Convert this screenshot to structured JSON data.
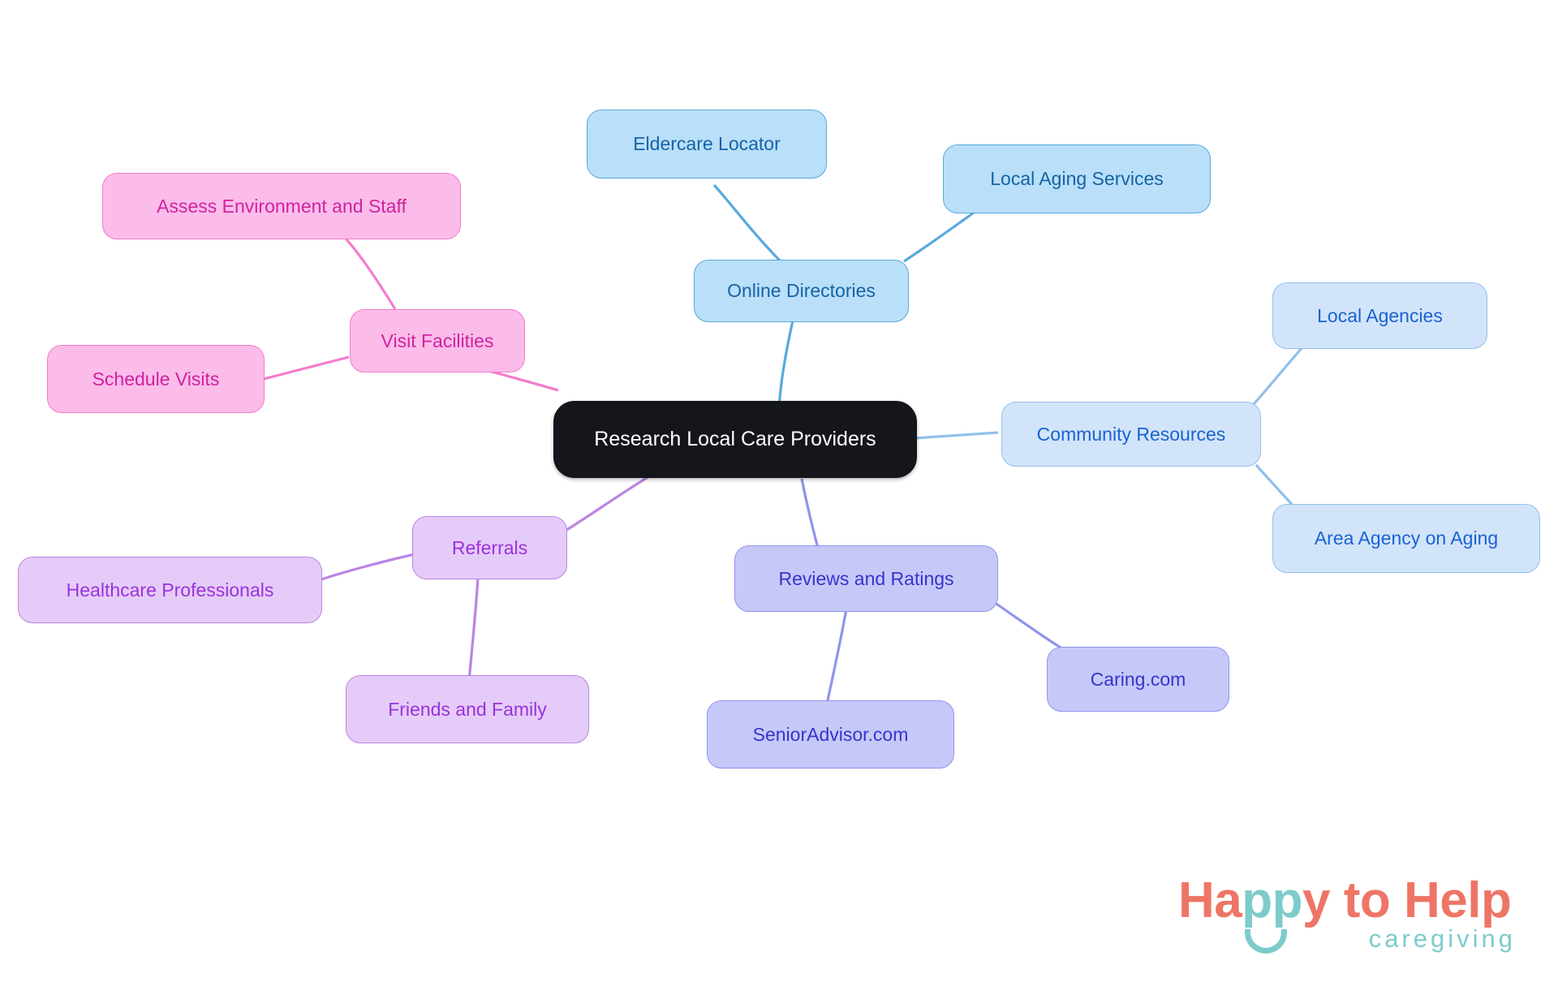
{
  "diagram": {
    "type": "mindmap",
    "title": "Research Local Care Providers",
    "background_color": "#ffffff",
    "root": {
      "id": "root",
      "label": "Research Local Care Providers",
      "fill": "#14161c",
      "text_color": "#ffffff"
    },
    "branches": [
      {
        "id": "online-directories",
        "label": "Online Directories",
        "color_family": "blue",
        "fill": "#badff8",
        "border": "#56aadd",
        "text_color": "#1464a6",
        "children": [
          {
            "id": "eldercare-locator",
            "label": "Eldercare Locator"
          },
          {
            "id": "local-aging-services",
            "label": "Local Aging Services"
          }
        ]
      },
      {
        "id": "community-resources",
        "label": "Community Resources",
        "color_family": "light-blue",
        "fill": "#d2e4f9",
        "border": "#92c0ea",
        "text_color": "#1a63d2",
        "children": [
          {
            "id": "local-agencies",
            "label": "Local Agencies"
          },
          {
            "id": "area-agency-on-aging",
            "label": "Area Agency on Aging"
          }
        ]
      },
      {
        "id": "reviews-and-ratings",
        "label": "Reviews and Ratings",
        "color_family": "periwinkle",
        "fill": "#c6c9f8",
        "border": "#9094ea",
        "text_color": "#3733cd",
        "children": [
          {
            "id": "senioradvisor-com",
            "label": "SeniorAdvisor.com"
          },
          {
            "id": "caring-com",
            "label": "Caring.com"
          }
        ]
      },
      {
        "id": "referrals",
        "label": "Referrals",
        "color_family": "violet",
        "fill": "#e5cbf8",
        "border": "#bb84e2",
        "text_color": "#9a32dd",
        "children": [
          {
            "id": "healthcare-professionals",
            "label": "Healthcare Professionals"
          },
          {
            "id": "friends-and-family",
            "label": "Friends and Family"
          }
        ]
      },
      {
        "id": "visit-facilities",
        "label": "Visit Facilities",
        "color_family": "pink",
        "fill": "#fbbce9",
        "border": "#f47ccb",
        "text_color": "#cf22a0",
        "children": [
          {
            "id": "assess-environment-and-staff",
            "label": "Assess Environment and Staff"
          },
          {
            "id": "schedule-visits",
            "label": "Schedule Visits"
          }
        ]
      }
    ]
  },
  "logo": {
    "word_happy_ha": "Ha",
    "word_happy_pp": "pp",
    "word_happy_y": "y",
    "word_to_help": " to Help",
    "tagline": "caregiving",
    "coral": "#ee7566",
    "teal": "#7dcbcb"
  }
}
